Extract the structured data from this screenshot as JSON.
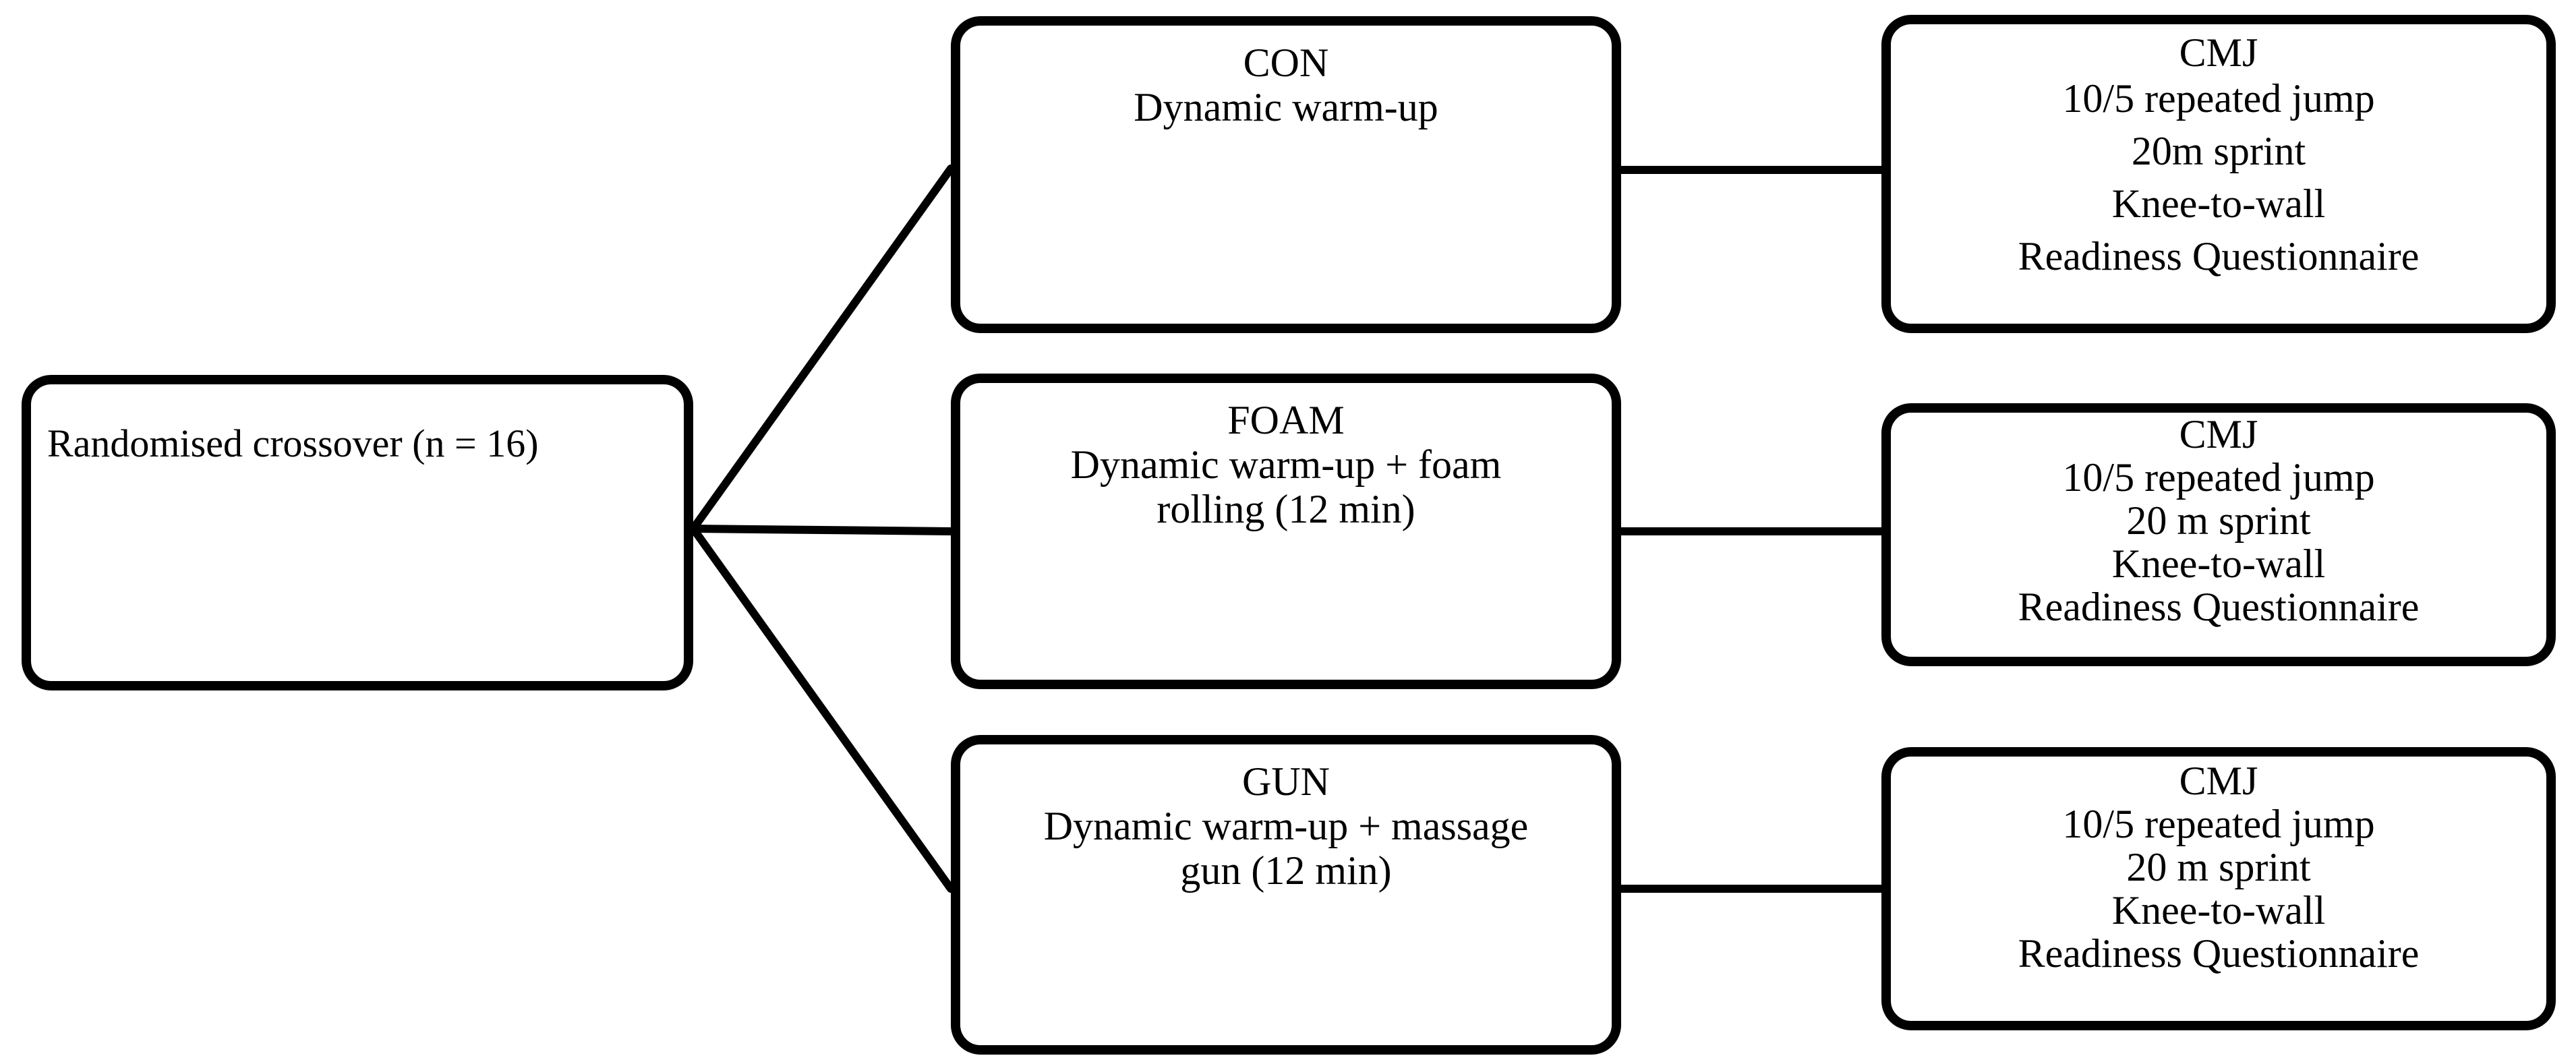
{
  "root": {
    "label": "Randomised crossover (n = 16)"
  },
  "conditions": [
    {
      "id": "con",
      "title": "CON",
      "description_lines": [
        "Dynamic warm-up"
      ]
    },
    {
      "id": "foam",
      "title": "FOAM",
      "description_lines": [
        "Dynamic warm-up + foam",
        "rolling (12 min)"
      ]
    },
    {
      "id": "gun",
      "title": "GUN",
      "description_lines": [
        "Dynamic warm-up + massage",
        "gun (12 min)"
      ]
    }
  ],
  "outcomes": [
    {
      "id": "con",
      "tests": [
        "CMJ",
        "10/5 repeated jump",
        "20m sprint",
        "Knee-to-wall",
        "Readiness Questionnaire"
      ]
    },
    {
      "id": "foam",
      "tests": [
        "CMJ",
        "10/5 repeated jump",
        "20 m sprint",
        "Knee-to-wall",
        "Readiness Questionnaire"
      ]
    },
    {
      "id": "gun",
      "tests": [
        "CMJ",
        "10/5 repeated jump",
        "20 m sprint",
        "Knee-to-wall",
        "Readiness Questionnaire"
      ]
    }
  ],
  "colors": {
    "stroke": "#000000",
    "background": "#ffffff",
    "text": "#000000"
  }
}
